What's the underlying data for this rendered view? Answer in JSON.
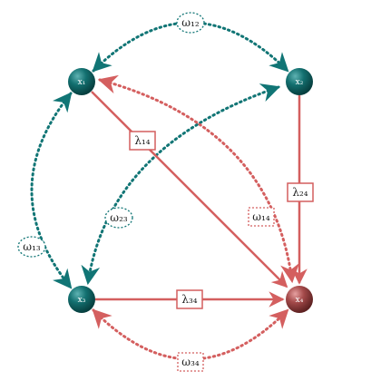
{
  "nodes": {
    "x1": {
      "label": "x₁"
    },
    "x2": {
      "label": "x₂"
    },
    "x3": {
      "label": "x₃"
    },
    "x4": {
      "label": "x₄"
    }
  },
  "directed_edges": {
    "lambda14": {
      "label": "λ₁₄",
      "from": "x1",
      "to": "x4"
    },
    "lambda24": {
      "label": "λ₂₄",
      "from": "x2",
      "to": "x4"
    },
    "lambda34": {
      "label": "λ₃₄",
      "from": "x3",
      "to": "x4"
    }
  },
  "bidirected_edges": {
    "omega12": {
      "label": "ω₁₂",
      "between": [
        "x1",
        "x2"
      ]
    },
    "omega13": {
      "label": "ω₁₃",
      "between": [
        "x1",
        "x3"
      ]
    },
    "omega23": {
      "label": "ω₂₃",
      "between": [
        "x2",
        "x3"
      ]
    },
    "omega14": {
      "label": "ω₁₄",
      "between": [
        "x1",
        "x4"
      ]
    },
    "omega34": {
      "label": "ω₃₄",
      "between": [
        "x3",
        "x4"
      ]
    }
  },
  "colors": {
    "teal": "#117575",
    "red": "#d45f5f",
    "node_teal": "#0e6464",
    "node_red": "#a84848"
  }
}
